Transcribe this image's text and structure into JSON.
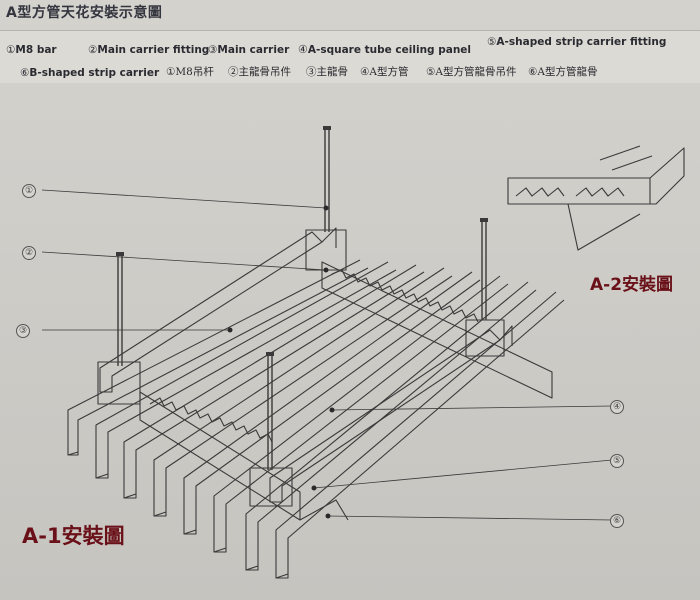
{
  "title": "A型方管天花安裝示意圖",
  "legend": {
    "row1": [
      {
        "num": "①",
        "text": "M8 bar"
      },
      {
        "num": "②",
        "text": "Main carrier fitting"
      },
      {
        "num": "③",
        "text": "Main carrier"
      },
      {
        "num": "④",
        "text": "A-square tube ceiling panel"
      },
      {
        "num": "⑤",
        "text": "A-shaped strip carrier fitting"
      }
    ],
    "row2": [
      {
        "num": "⑥",
        "text": "B-shaped strip carrier"
      },
      {
        "num": "①",
        "text": "M8吊杆"
      },
      {
        "num": "②",
        "text": "主龍骨吊件"
      },
      {
        "num": "③",
        "text": "主龍骨"
      },
      {
        "num": "④",
        "text": "A型方管"
      },
      {
        "num": "⑤",
        "text": "A型方管龍骨吊件"
      },
      {
        "num": "⑥",
        "text": "A型方管龍骨"
      }
    ]
  },
  "callouts": [
    "①",
    "②",
    "③",
    "④",
    "⑤",
    "⑥"
  ],
  "views": {
    "a1": "A-1安裝圖",
    "a2": "A-2安裝圖"
  },
  "colors": {
    "line": "#3a3a3a",
    "label": "#6a1018",
    "title": "#34363f"
  }
}
